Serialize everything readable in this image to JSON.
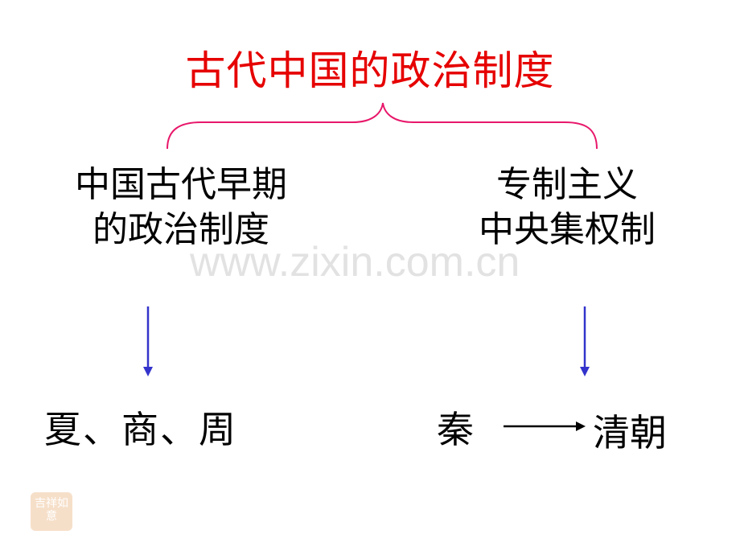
{
  "title": "古代中国的政治制度",
  "branches": {
    "left": {
      "line1": "中国古代早期",
      "line2": "的政治制度",
      "result": "夏、商、周"
    },
    "right": {
      "line1": "专制主义",
      "line2": "中央集权制",
      "result_start": "秦",
      "result_end": "清朝"
    }
  },
  "watermark": "www.zixin.com.cn",
  "seal_text": "吉祥如意",
  "colors": {
    "title": "#e60000",
    "brace": "#e8176a",
    "arrow_down": "#3333cc",
    "text": "#000000"
  }
}
